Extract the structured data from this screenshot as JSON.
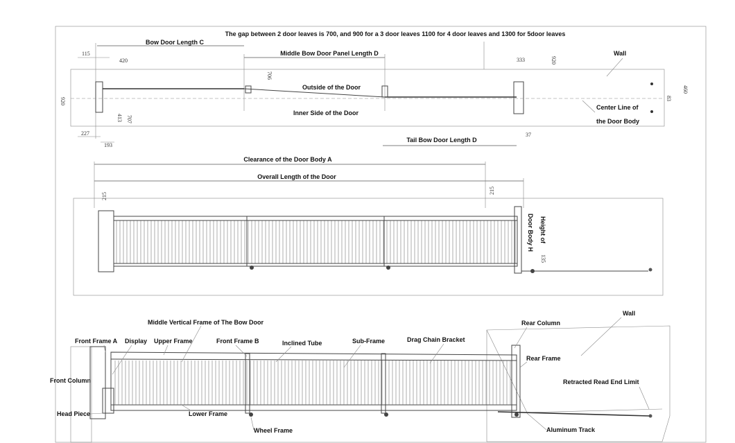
{
  "top_view": {
    "gap_note": "The gap between 2 door leaves is 700, and 900 for a 3 door leaves 1100 for 4 door leaves and 1300 for 5door leaves",
    "bow_door_length_c": "Bow Door Length C",
    "middle_panel_length_d": "Middle Bow Door Panel Length D",
    "wall": "Wall",
    "outside": "Outside of the Door",
    "inner": "Inner Side of the Door",
    "center_line_1": "Center Line of",
    "center_line_2": "the Door Body",
    "tail_length_d": "Tail Bow Door Length D",
    "dims": {
      "d115": "115",
      "d420": "420",
      "d920a": "920",
      "d706": "706",
      "d413": "413",
      "d707": "707",
      "d227": "227",
      "d193": "193",
      "d333": "333",
      "d920b": "920",
      "d460": "460",
      "d83": "83",
      "d37": "37"
    }
  },
  "front_view": {
    "clearance_a": "Clearance of the Door Body A",
    "overall_length": "Overall Length of the Door",
    "height_h_1": "Height of",
    "height_h_2": "Door Body H",
    "dims": {
      "d215a": "215",
      "d215b": "215",
      "d135": "135"
    }
  },
  "iso_view": {
    "middle_vertical_frame": "Middle Vertical Frame of The Bow Door",
    "front_frame_a": "Front Frame A",
    "display": "Display",
    "upper_frame": "Upper Frame",
    "front_frame_b": "Front Frame B",
    "inclined_tube": "Inclined Tube",
    "sub_frame": "Sub-Frame",
    "drag_chain_bracket": "Drag Chain Bracket",
    "rear_column": "Rear Column",
    "wall": "Wall",
    "rear_frame": "Rear Frame",
    "front_column": "Front Column",
    "retracted_end_limit": "Retracted Read End Limit",
    "head_piece": "Head Piece",
    "lower_frame": "Lower Frame",
    "aluminum_track": "Aluminum Track",
    "wheel_frame": "Wheel Frame"
  }
}
